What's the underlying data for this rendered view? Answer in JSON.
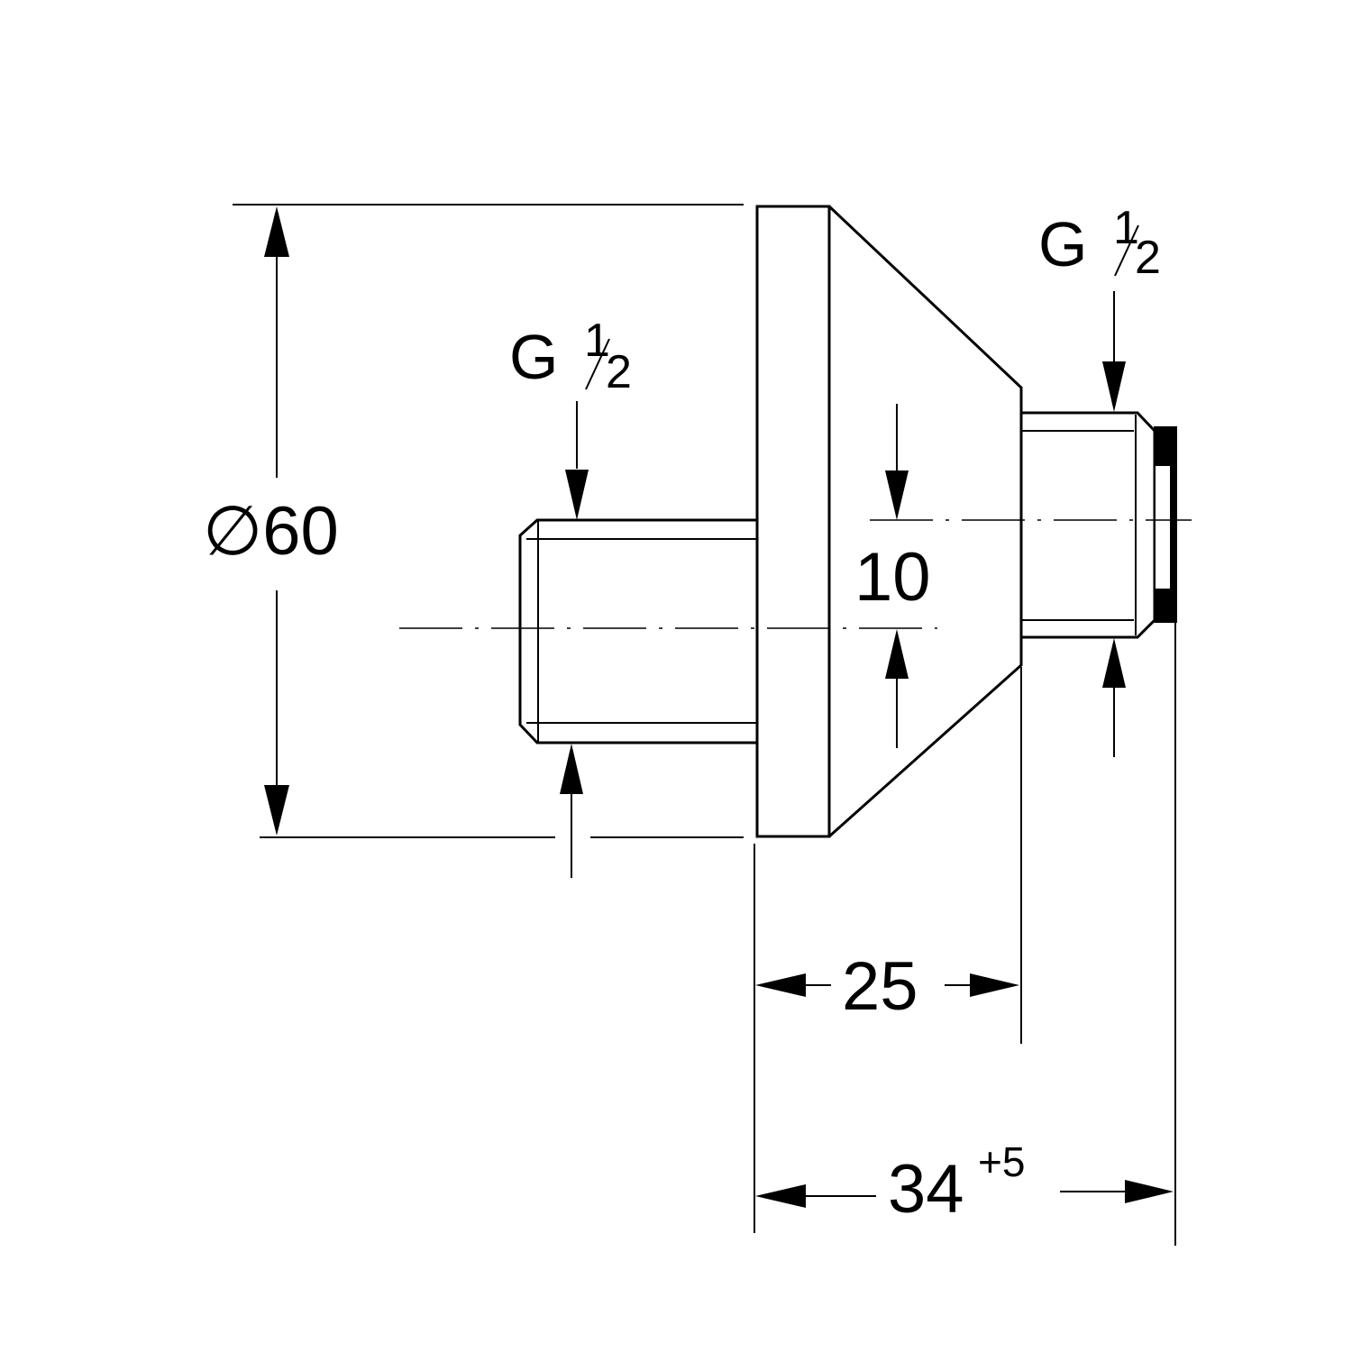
{
  "diameter": {
    "symbol": "∅",
    "value": "60"
  },
  "thread_left": {
    "g": "G",
    "num": "1",
    "den": "2"
  },
  "thread_right": {
    "g": "G",
    "num": "1",
    "den": "2"
  },
  "offset_dim": "10",
  "length_25": "25",
  "length_34": {
    "base": "34",
    "tolerance": "+5"
  }
}
